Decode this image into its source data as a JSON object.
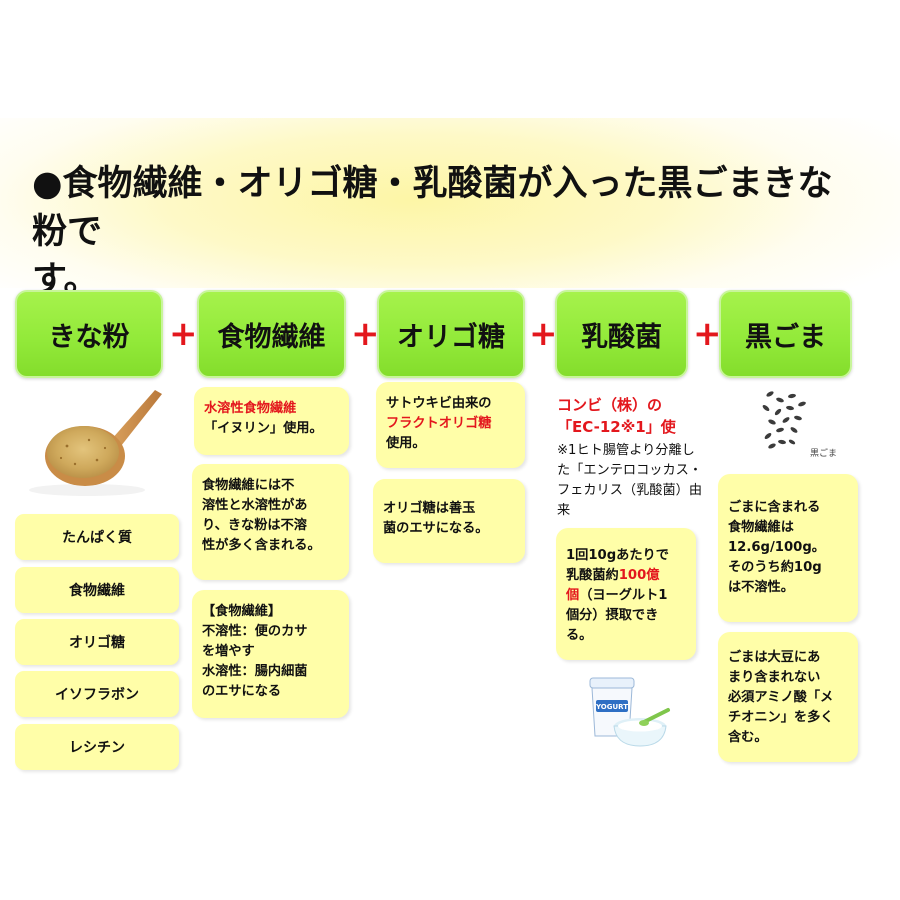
{
  "title": {
    "line1": "●食物繊維・オリゴ糖・乳酸菌が入った黒ごまきな粉で",
    "line2": "す。"
  },
  "plus_symbol": "+",
  "headers": [
    {
      "label": "きな粉"
    },
    {
      "label": "食物繊維"
    },
    {
      "label": "オリゴ糖"
    },
    {
      "label": "乳酸菌"
    },
    {
      "label": "黒ごま"
    }
  ],
  "kinako": {
    "nutrients": [
      "たんぱく質",
      "食物繊維",
      "オリゴ糖",
      "イソフラボン",
      "レシチン"
    ]
  },
  "fiber": {
    "note1": {
      "highlight": "水溶性食物繊維",
      "line2": "「イヌリン」使用。"
    },
    "note2": {
      "lines": [
        "食物繊維には不",
        "溶性と水溶性があ",
        "り、きな粉は不溶",
        "性が多く含まれる。"
      ]
    },
    "note3": {
      "lines": [
        "【食物繊維】",
        "不溶性：便のカサ",
        "を増やす",
        "水溶性：腸内細菌",
        "のエサになる"
      ]
    }
  },
  "oligo": {
    "note1": {
      "line1": "サトウキビ由来の",
      "highlight": "フラクトオリゴ糖",
      "line3": "使用。"
    },
    "note2": {
      "lines": [
        "オリゴ糖は善玉",
        "菌のエサになる。"
      ]
    }
  },
  "lactic": {
    "head1": "コンビ（株）の",
    "head2": "「EC-12※1」使",
    "desc": [
      "※1ヒト腸管より分離し",
      "た「エンテロコッカス・",
      "フェカリス（乳酸菌）由",
      "来"
    ],
    "note": {
      "line1": "1回10gあたりで",
      "line2_pre": "乳酸菌約",
      "line2_red": "100億",
      "line3_red": "個",
      "line3_post": "（ヨーグルト1",
      "line4": "個分）摂取でき",
      "line5": "る。"
    },
    "yogurt_label": "YOGURT"
  },
  "sesame": {
    "photo_label": "黒ごま",
    "note1": {
      "lines": [
        "ごまに含まれる",
        "食物繊維は",
        "12.6g/100g。",
        "そのうち約10g",
        "は不溶性。"
      ]
    },
    "note2": {
      "lines": [
        "ごまは大豆にあ",
        "まり含まれない",
        "必須アミノ酸「メ",
        "チオニン」を多く",
        "含む。"
      ]
    }
  },
  "colors": {
    "header_green": "#93ea3a",
    "note_yellow": "#fffea8",
    "accent_red": "#e3171d",
    "title_band": "#fdf6a6"
  }
}
